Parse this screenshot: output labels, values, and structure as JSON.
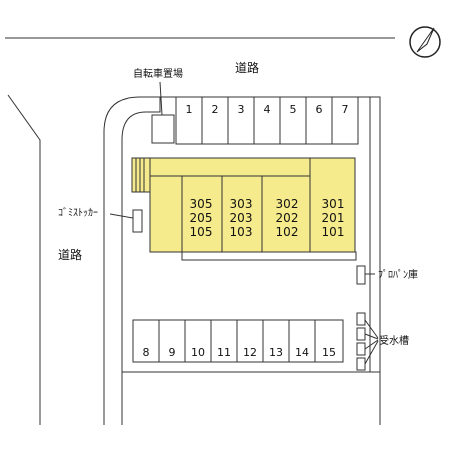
{
  "labels": {
    "road_top": "道路",
    "road_left": "道路",
    "bicycle_parking": "自転車置場",
    "garbage_stocker": "ｺﾞﾐｽﾄｯｶｰ",
    "propane_storage": "ﾌﾟﾛﾊﾟﾝ庫",
    "water_tank": "受水槽"
  },
  "parking_top": [
    "1",
    "2",
    "3",
    "4",
    "5",
    "6",
    "7"
  ],
  "parking_bottom": [
    "8",
    "9",
    "10",
    "11",
    "12",
    "13",
    "14",
    "15"
  ],
  "units": [
    [
      "305",
      "205",
      "105"
    ],
    [
      "303",
      "203",
      "103"
    ],
    [
      "302",
      "202",
      "102"
    ],
    [
      "301",
      "201",
      "101"
    ]
  ],
  "compass_icon": "north-arrow-icon",
  "colors": {
    "building": "#f6eb8c",
    "line": "#333333"
  }
}
